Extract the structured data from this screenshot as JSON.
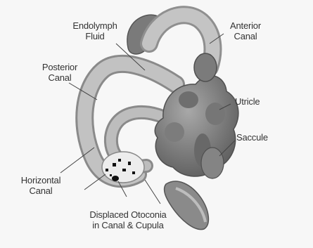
{
  "labels": {
    "endolymph_fluid": "Endolymph\nFluid",
    "anterior_canal": "Anterior\nCanal",
    "posterior_canal": "Posterior\nCanal",
    "utricle": "Utricle",
    "saccule": "Saccule",
    "horizontal_canal": "Horizontal\nCanal",
    "displaced_otoconia": "Displaced Otoconia\nin Canal & Cupula"
  },
  "colors": {
    "background": "#f7f7f7",
    "canal_fill": "#b9b9b9",
    "canal_dark": "#7d7d7d",
    "vestibule_fill": "#8e8e8e",
    "vestibule_dark": "#555555",
    "otoconia": "#111111",
    "text": "#333333"
  }
}
